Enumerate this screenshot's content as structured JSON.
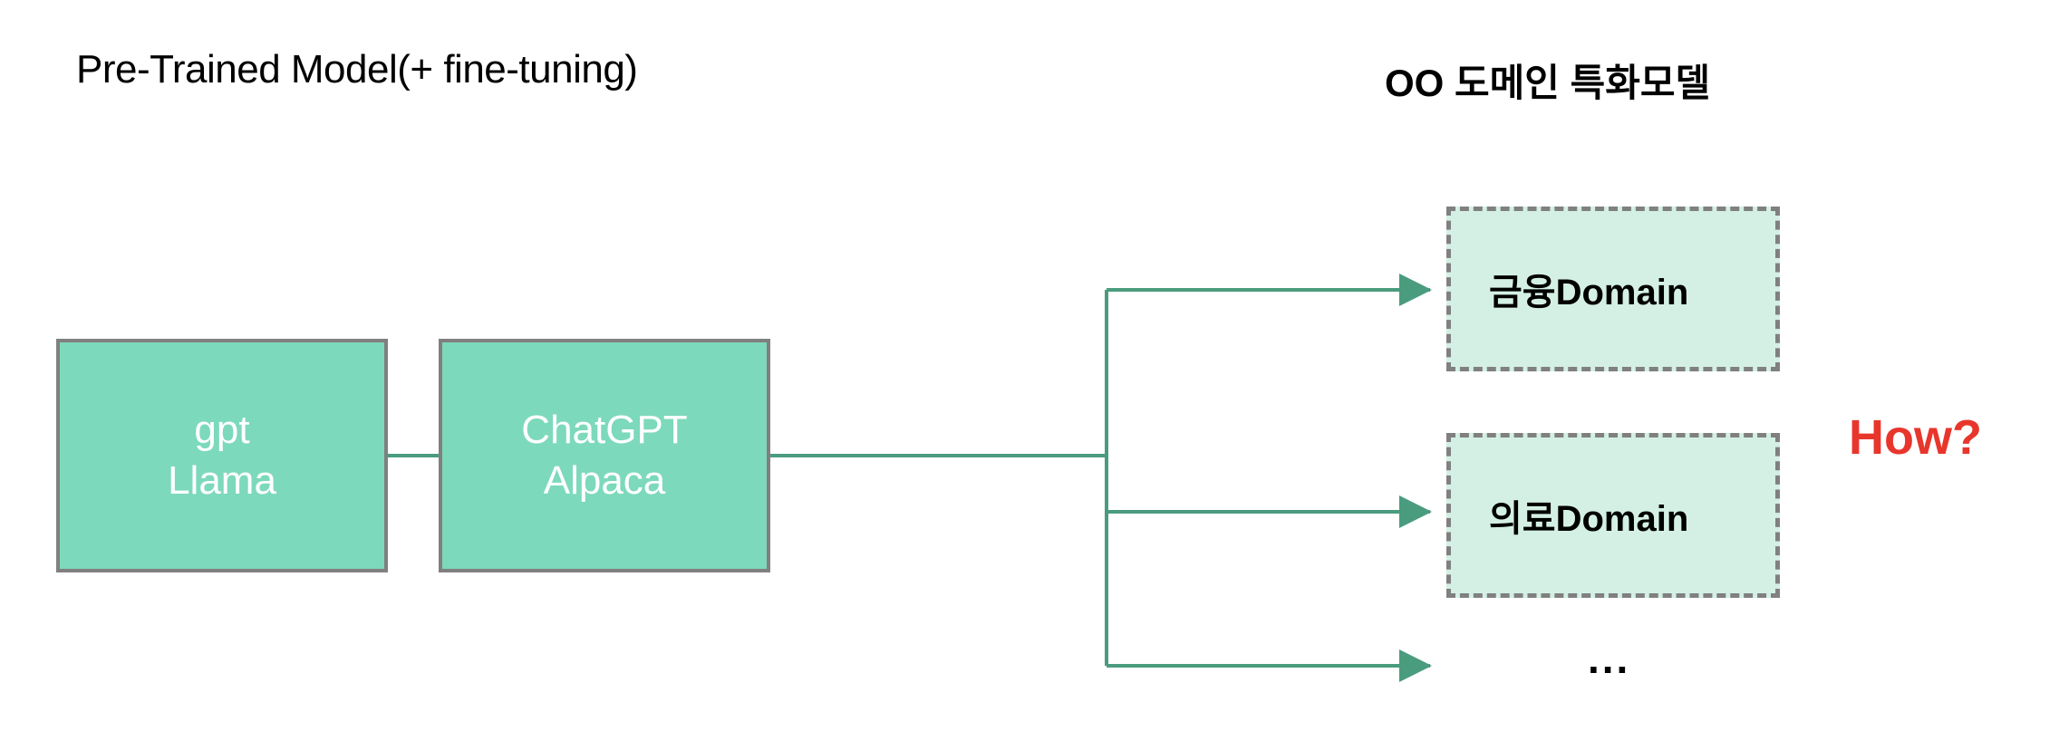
{
  "headings": {
    "left": "Pre-Trained Model(+ fine-tuning)",
    "right": "OO 도메인 특화모델"
  },
  "base_models": [
    {
      "name": "gpt-llama-box",
      "lines": [
        "gpt",
        "Llama"
      ]
    },
    {
      "name": "chatgpt-alpaca-box",
      "lines": [
        "ChatGPT",
        "Alpaca"
      ]
    }
  ],
  "domains": [
    {
      "label": "금융Domain"
    },
    {
      "label": "의료Domain"
    }
  ],
  "more_indicator": "...",
  "question_label": "How?",
  "colors": {
    "model_fill": "#7DD9BB",
    "model_border": "#808080",
    "model_text": "#FFFFFF",
    "domain_fill": "#D4F0E4",
    "domain_border": "#808080",
    "connector": "#4A9C7E",
    "question": "#E8362C",
    "background": "#FFFFFF"
  }
}
